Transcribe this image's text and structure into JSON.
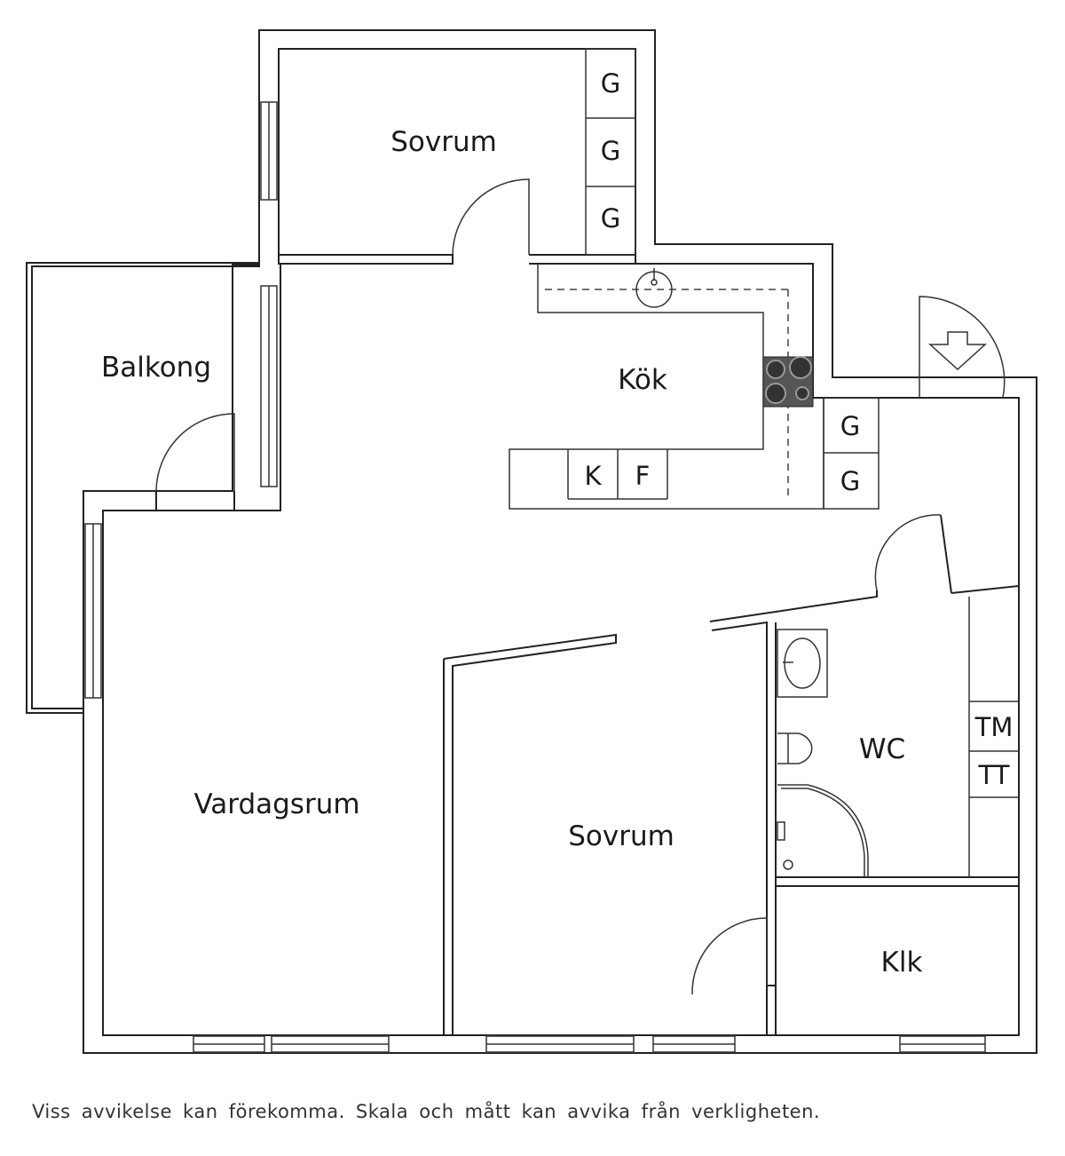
{
  "rooms": {
    "sovrum_top": "Sovrum",
    "balkong": "Balkong",
    "kok": "Kök",
    "vardagsrum": "Vardagsrum",
    "sovrum_bottom": "Sovrum",
    "wc": "WC",
    "klk": "Klk"
  },
  "fixtures": {
    "wardrobe": "G",
    "kyl": "K",
    "frys": "F",
    "tvattmaskin": "TM",
    "torktumlare": "TT"
  },
  "disclaimer": "Viss avvikelse kan förekomma. Skala och mått kan avvika från verkligheten."
}
